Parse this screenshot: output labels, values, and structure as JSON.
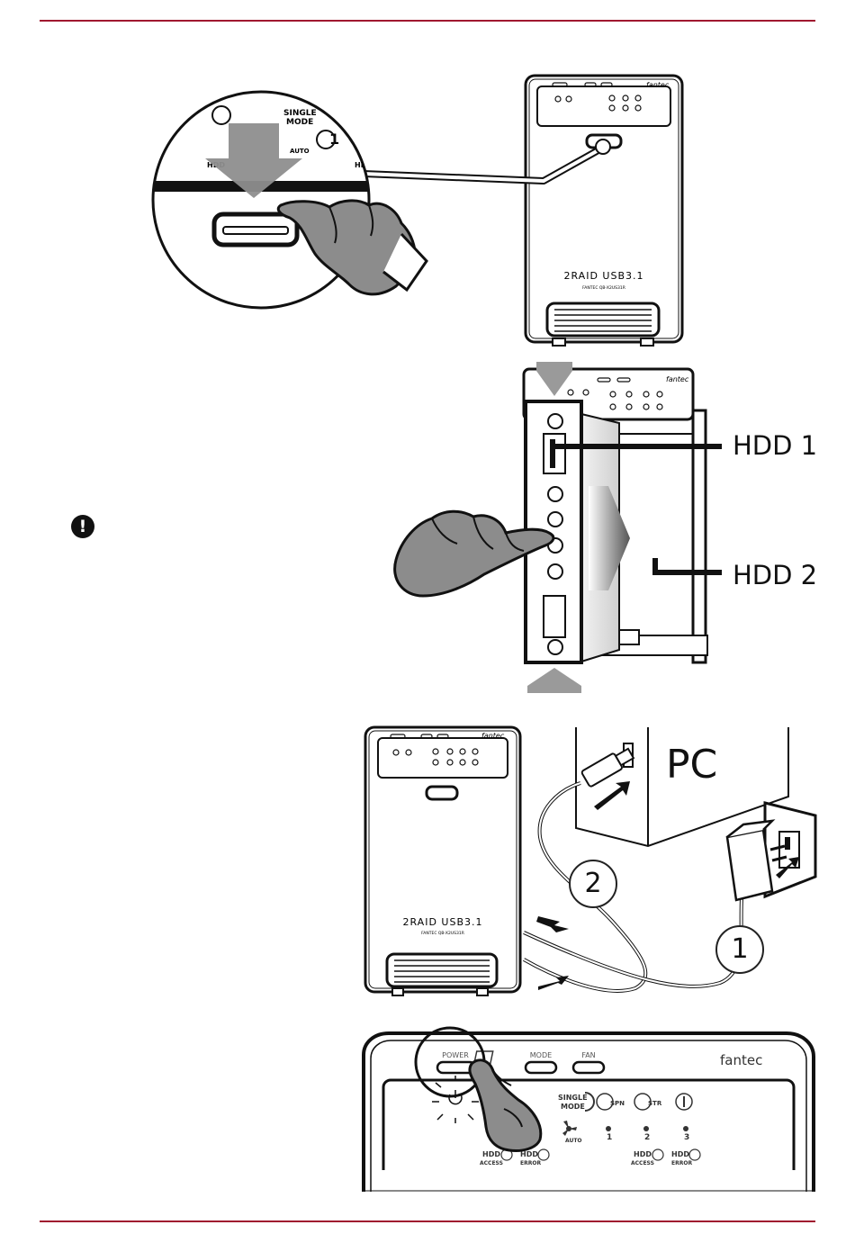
{
  "labels": {
    "hdd1": "HDD 1",
    "hdd2": "HDD 2",
    "pc": "PC",
    "step1": "1",
    "step2": "2",
    "warning_symbol": "!"
  },
  "panel": {
    "brand": "fantec",
    "power": "POWER",
    "mode": "MODE",
    "fan": "FAN",
    "single_mode_1": "SINGLE",
    "single_mode_2": "MODE",
    "spn": "SPN",
    "str": "STR",
    "auto": "AUTO",
    "hdd": "HDD",
    "access": "ACCESS",
    "error": "ERROR",
    "fan_1": "1",
    "fan_2": "2",
    "fan_3": "3"
  },
  "device": {
    "model": "2RAID USB3.1",
    "model_code": "FANTEC QB-X2US31R"
  },
  "colors": {
    "rule": "#a0182f",
    "hand": "#8c8c8c",
    "arrow": "#9a9a9a"
  }
}
